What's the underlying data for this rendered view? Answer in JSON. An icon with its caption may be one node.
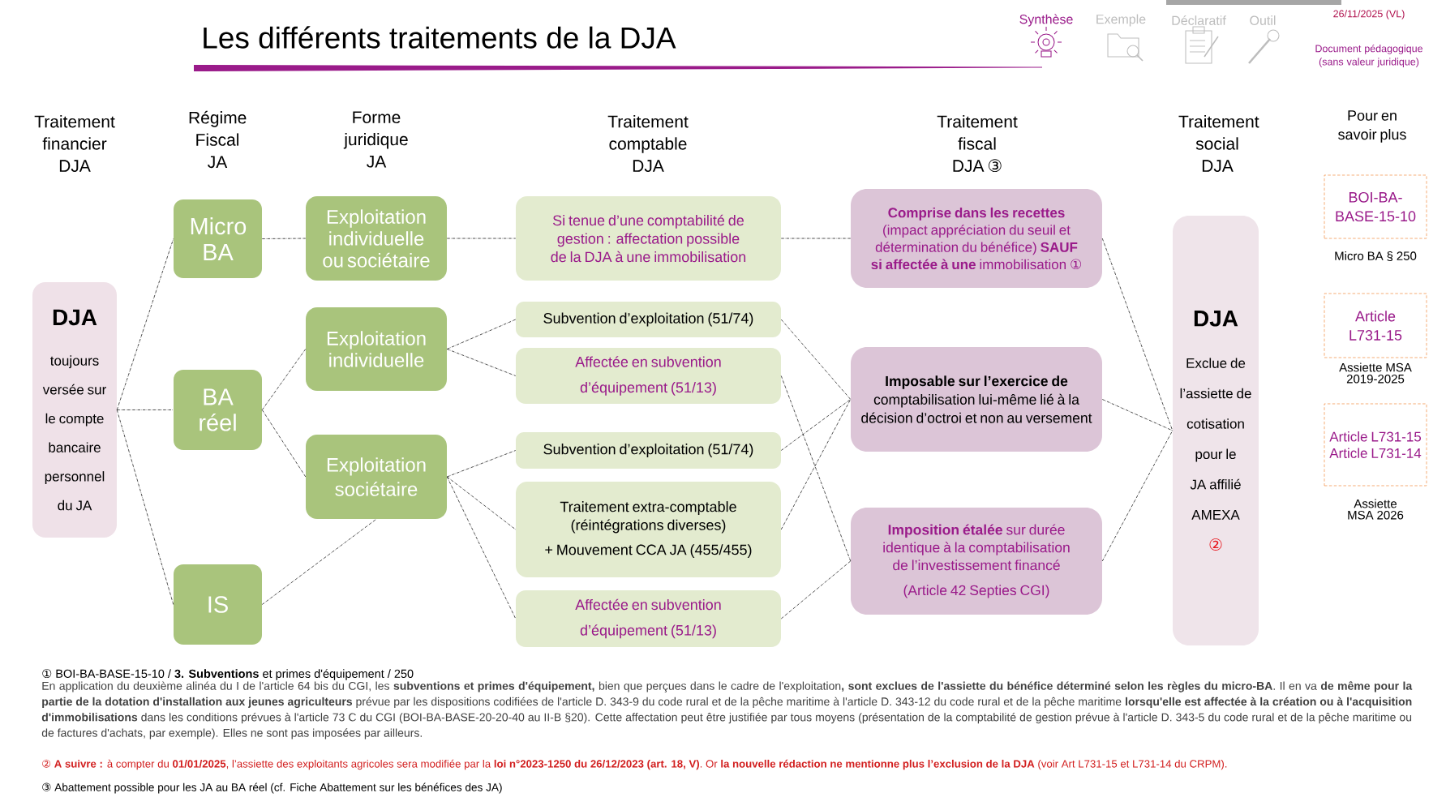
{
  "diagram": {
    "title": "Les différents traitements de la DJA",
    "nodes": [
      {
        "text": [
          "DJA",
          "toujours versée sur le compte bancaire personnel du JA"
        ]
      },
      {
        "text": [
          "Micro BA"
        ]
      },
      {
        "text": [
          "BA réel"
        ]
      },
      {
        "text": [
          "IS"
        ]
      },
      {
        "text": [
          "Exploitation individuelle ou sociétaire"
        ]
      },
      {
        "text": [
          "Exploitation individuelle"
        ]
      },
      {
        "text": [
          "Exploitation sociétaire"
        ]
      },
      {
        "text": [
          "Si tenue d’une comptabilité de gestion : affectation possible de la DJA à une immobilisation"
        ]
      },
      {
        "text": [
          "Subvention d’exploitation (51/74)"
        ]
      },
      {
        "text": [
          "Affectée en subvention d’équipement (51/13)"
        ]
      },
      {
        "text": [
          "Subvention d’exploitation (51/74)"
        ]
      },
      {
        "text": [
          "Traitement extra-comptable (réintégrations diverses)",
          "+ Mouvement CCA JA (455/455)"
        ]
      },
      {
        "text": [
          "Affectée en subvention d’équipement (51/13)"
        ]
      },
      {
        "text": [
          "**Comprise dans les recettes** (impact appréciation du seuil et détermination du bénéfice) **SAUF si affectée à une** immobilisation ①"
        ]
      },
      {
        "text": [
          "**Imposable sur l’exercice de** comptabilisation lui-même lié à la décision d’octroi et non au versement"
        ]
      },
      {
        "text": [
          "**Imposition étalée** sur durée identique à la comptabilisation de l’investissement financé",
          "(Article 42 Septies CGI)"
        ]
      },
      {
        "text": [
          "DJA",
          "Exclue de l’assiette de cotisation pour le JA affilié AMEXA",
          "②"
        ]
      },
      {
        "text": [
          "BOI-BA-BASE-15-10"
        ],
        "beside": [
          "Micro BA § 250"
        ]
      },
      {
        "text": [
          "Article L731-15"
        ],
        "beside": [
          "Assiette MSA 2019-2025"
        ]
      },
      {
        "text": [
          "Article L731-15",
          "Article L731-14"
        ],
        "beside": [
          "Assiette MSA 2026"
        ]
      }
    ],
    "edges": [
      {
        "from": 0,
        "to": 1,
        "arrow": "none"
      },
      {
        "from": 0,
        "to": 2,
        "arrow": "none"
      },
      {
        "from": 0,
        "to": 3,
        "arrow": "none"
      },
      {
        "from": 1,
        "to": 4,
        "arrow": "none"
      },
      {
        "from": 2,
        "to": 5,
        "arrow": "none"
      },
      {
        "from": 2,
        "to": 6,
        "arrow": "none"
      },
      {
        "from": 3,
        "to": 6,
        "arrow": "none"
      },
      {
        "from": 4,
        "to": 7,
        "arrow": "none"
      },
      {
        "from": 5,
        "to": 8,
        "arrow": "none"
      },
      {
        "from": 5,
        "to": 9,
        "arrow": "none"
      },
      {
        "from": 6,
        "to": 10,
        "arrow": "none"
      },
      {
        "from": 6,
        "to": 11,
        "arrow": "none"
      },
      {
        "from": 6,
        "to": 12,
        "arrow": "none"
      },
      {
        "from": 7,
        "to": 13,
        "arrow": "none"
      },
      {
        "from": 8,
        "to": 14,
        "arrow": "none"
      },
      {
        "from": 9,
        "to": 15,
        "arrow": "none"
      },
      {
        "from": 10,
        "to": 14,
        "arrow": "none"
      },
      {
        "from": 11,
        "to": 14,
        "arrow": "none"
      },
      {
        "from": 12,
        "to": 15,
        "arrow": "none"
      },
      {
        "from": 13,
        "to": 16,
        "arrow": "none"
      },
      {
        "from": 14,
        "to": 16,
        "arrow": "none"
      },
      {
        "from": 15,
        "to": 16,
        "arrow": "none"
      }
    ],
    "labels": [
      "Synthèse",
      "Exemple",
      "Déclaratif",
      "Outil",
      "26/11/2025 (VL)",
      "Document pédagogique (sans valeur juridique)",
      "Traitement financier DJA",
      "Régime Fiscal JA",
      "Forme juridique JA",
      "Traitement comptable DJA",
      "Traitement fiscal DJA ③",
      "Traitement social DJA",
      "Pour en savoir plus",
      "① BOI-BA-BASE-15-10 / **3. Subventions** et primes d'équipement / 250",
      "En application du deuxième alinéa du I de l'article 64 bis du CGI, les **subventions et primes d'équipement,** bien que perçues dans le cadre de l'exploitation**, sont exclues de l'assiette du bénéfice déterminé selon les règles du micro-BA**. Il en va **de même pour la partie de la dotation d'installation aux jeunes agriculteurs** prévue par les dispositions codifiées de l'article D. 343-9 du code rural et de la pêche maritime à l'article D. 343-12 du code rural et de la pêche maritime **lorsqu'elle est affectée à la création ou à l'acquisition d'immobilisations** dans les conditions prévues à l'article 73 C du CGI (BOI-BA-BASE-20-20-40 au II-B §20). Cette affectation peut être justifiée par tous moyens (présentation de la comptabilité de gestion prévue à l'article D. 343-5 du code rural et de la pêche maritime ou de factures d'achats, par exemple). Elles ne sont pas imposées par ailleurs.",
      "② **A suivre :** à compter du **01/01/2025**, l’assiette des exploitants agricoles sera modifiée par la **loi n°2023-1250 du 26/12/2023 (art. 18, V)**. Or **la nouvelle rédaction ne mentionne plus l’exclusion de la DJA** (voir Art L731-15 et L731-14 du CRPM).",
      "③ Abattement possible pour les JA au BA réel (cf. Fiche Abattement sur les bénéfices des JA)"
    ]
  }
}
